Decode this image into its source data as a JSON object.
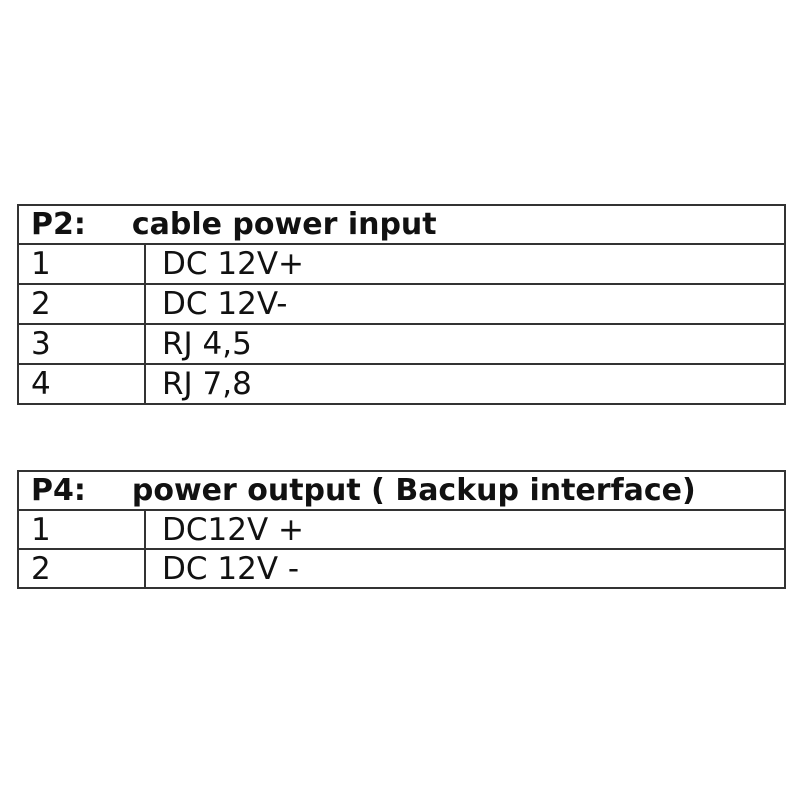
{
  "page": {
    "background": "#ffffff"
  },
  "style": {
    "border_color": "#333333",
    "text_color": "#111111"
  },
  "tables": [
    {
      "header": {
        "label": "P2:",
        "title": "cable power input"
      },
      "rows": [
        {
          "pin": "1",
          "description": "DC 12V+"
        },
        {
          "pin": "2",
          "description": "DC 12V-"
        },
        {
          "pin": "3",
          "description": "RJ 4,5"
        },
        {
          "pin": "4",
          "description": "RJ 7,8"
        }
      ]
    },
    {
      "header": {
        "label": "P4:",
        "title": "power output ( Backup interface)"
      },
      "rows": [
        {
          "pin": "1",
          "description": "DC12V +"
        },
        {
          "pin": "2",
          "description": "DC 12V -"
        }
      ]
    }
  ]
}
